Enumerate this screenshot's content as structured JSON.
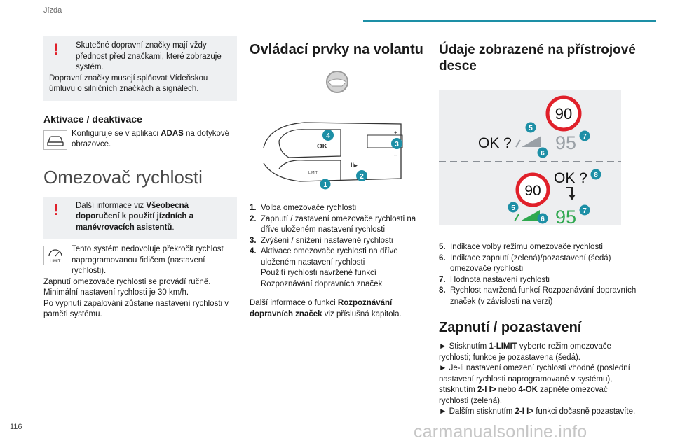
{
  "header": {
    "title": "Jízda"
  },
  "page_number": "116",
  "watermark": "carmanualsonline.info",
  "col1": {
    "warning1": "Skutečné dopravní značky mají vždy přednost před značkami, které zobrazuje systém.",
    "warning1_cont": "Dopravní značky musejí splňovat Vídeňskou úmluvu o silničních značkách a signálech.",
    "activation_heading": "Aktivace / deaktivace",
    "activation_pre": "Konfiguruje se v aplikaci ",
    "activation_bold": "ADAS",
    "activation_post": " na dotykové obrazovce.",
    "section_title": "Omezovač rychlosti",
    "warning2_pre": "Další informace viz ",
    "warning2_bold": "Všeobecná doporučení k použití jízdních a manévrovacích asistentů",
    "warning2_post": ".",
    "limit_icon_label": "LIMIT",
    "limit_text": "Tento systém nedovoluje překročit rychlost naprogramovanou řidičem (nastavení rychlosti).",
    "limit_line2": "Zapnutí omezovače rychlosti se provádí ručně.",
    "limit_line3": "Minimální nastavení rychlosti je 30 km/h.",
    "limit_line4": "Po vypnutí zapalování zůstane nastavení rychlosti v paměti systému."
  },
  "col2": {
    "heading": "Ovládací prvky na volantu",
    "wheel": {
      "ok_label": "OK",
      "limit_label": "LIMIT",
      "pause_label": "II▸",
      "plus_label": "+",
      "minus_label": "–",
      "callouts": [
        "1",
        "2",
        "3",
        "4"
      ]
    },
    "items": [
      {
        "n": "1.",
        "text": "Volba omezovače rychlosti"
      },
      {
        "n": "2.",
        "text": "Zapnutí / zastavení omezovače rychlosti na dříve uloženém nastavení rychlosti"
      },
      {
        "n": "3.",
        "text": "Zvýšení / snížení nastavené rychlosti"
      },
      {
        "n": "4.",
        "text": "Aktivace omezovače rychlosti na dříve uloženém nastavení rychlosti"
      }
    ],
    "item4_extra": "Použití rychlosti navržené funkcí Rozpoznávání dopravních značek",
    "more_pre": "Další informace o funkci ",
    "more_bold": "Rozpoznávání dopravních značek",
    "more_post": " viz příslušná kapitola."
  },
  "col3": {
    "heading": "Údaje zobrazené na přístrojové desce",
    "display": {
      "sign_top": "90",
      "sign_bottom": "90",
      "ok_top": "OK ?",
      "ok_bottom": "OK ?",
      "speed_grey": "95",
      "speed_green": "95",
      "callouts_top": [
        "5",
        "6",
        "7"
      ],
      "callouts_bottom": [
        "8",
        "5",
        "6",
        "7"
      ]
    },
    "items": [
      {
        "n": "5.",
        "text": "Indikace volby režimu omezovače rychlosti"
      },
      {
        "n": "6.",
        "text": "Indikace zapnutí (zelená)/pozastavení (šedá) omezovače rychlosti"
      },
      {
        "n": "7.",
        "text": "Hodnota nastavení rychlosti"
      },
      {
        "n": "8.",
        "text": "Rychlost navržená funkcí Rozpoznávání dopravních značek (v závislosti na verzi)"
      }
    ],
    "section2_heading": "Zapnutí / pozastavení",
    "p1_pre": "► Stisknutím ",
    "p1_bold": "1-LIMIT",
    "p1_post": " vyberte režim omezovače rychlosti; funkce je pozastavena (šedá).",
    "p2_pre": "► Je-li nastavení omezení rychlosti vhodné (poslední nastavení rychlosti naprogramované v systému), stisknutím ",
    "p2_bold1": "2-I I>",
    "p2_mid": " nebo ",
    "p2_bold2": "4-OK",
    "p2_post": " zapněte omezovač rychlosti (zelená).",
    "p3_pre": "► Dalším stisknutím ",
    "p3_bold": "2-I I>",
    "p3_post": " funkci dočasně pozastavíte."
  },
  "colors": {
    "accent": "#1d8fa6",
    "warning": "#e0202a",
    "callout": "#1d8fa6",
    "active_green": "#2fa84f",
    "paused_grey": "#9aa0a6"
  }
}
